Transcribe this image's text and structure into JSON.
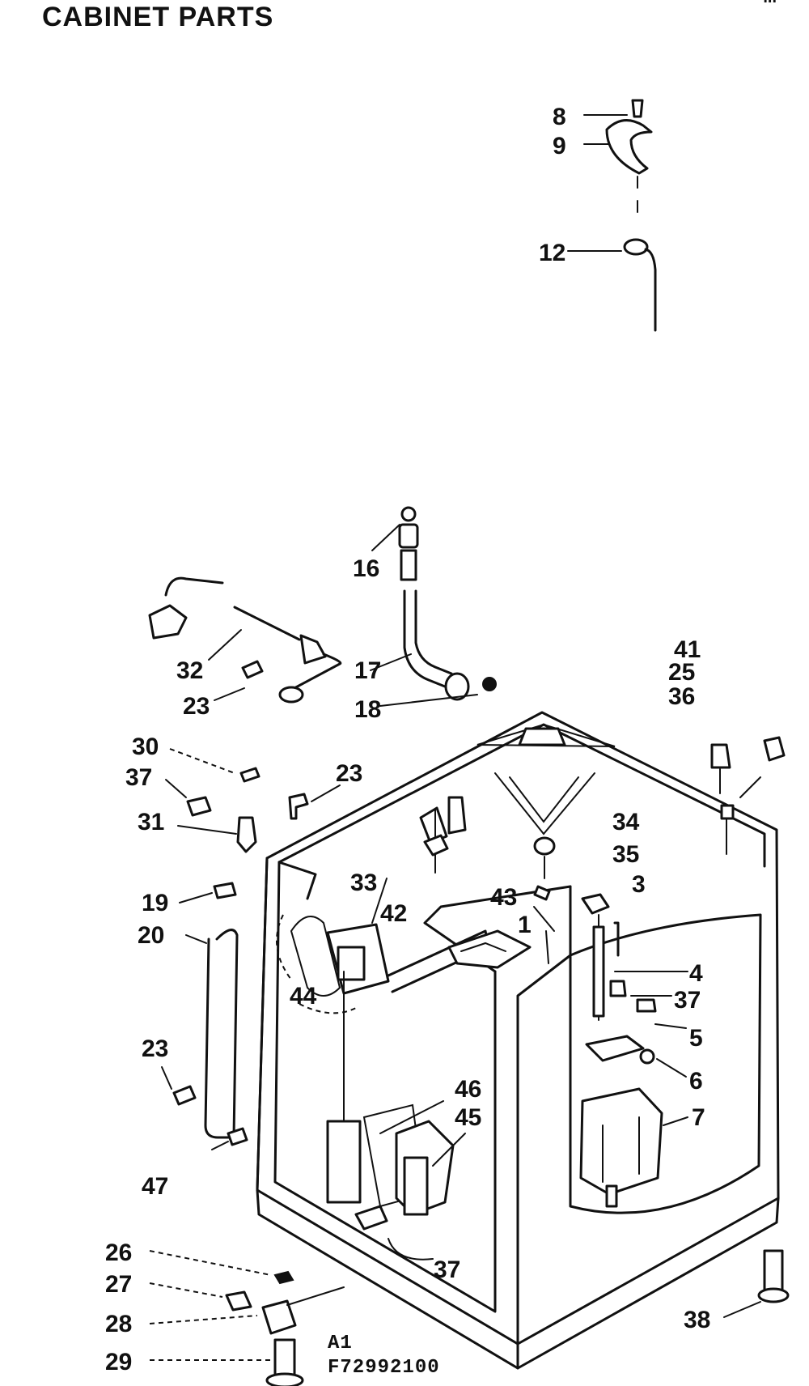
{
  "header": {
    "title": "CABINET PARTS",
    "corner_mark": "..."
  },
  "footer": {
    "code_line1": "A1",
    "code_line2": "F72992100"
  },
  "callouts": {
    "c8": "8",
    "c9": "9",
    "c12": "12",
    "c16": "16",
    "c17": "17",
    "c18": "18",
    "c32": "32",
    "c23a": "23",
    "c41": "41",
    "c25": "25",
    "c36": "36",
    "c30": "30",
    "c37a": "37",
    "c31": "31",
    "c23b": "23",
    "c34": "34",
    "c35": "35",
    "c3": "3",
    "c19": "19",
    "c33": "33",
    "c42": "42",
    "c43": "43",
    "c20": "20",
    "c1": "1",
    "c4": "4",
    "c44": "44",
    "c37b": "37",
    "c5": "5",
    "c23c": "23",
    "c6": "6",
    "c46": "46",
    "c45": "45",
    "c7": "7",
    "c47": "47",
    "c26": "26",
    "c27": "27",
    "c37c": "37",
    "c28": "28",
    "c38": "38",
    "c29": "29"
  }
}
